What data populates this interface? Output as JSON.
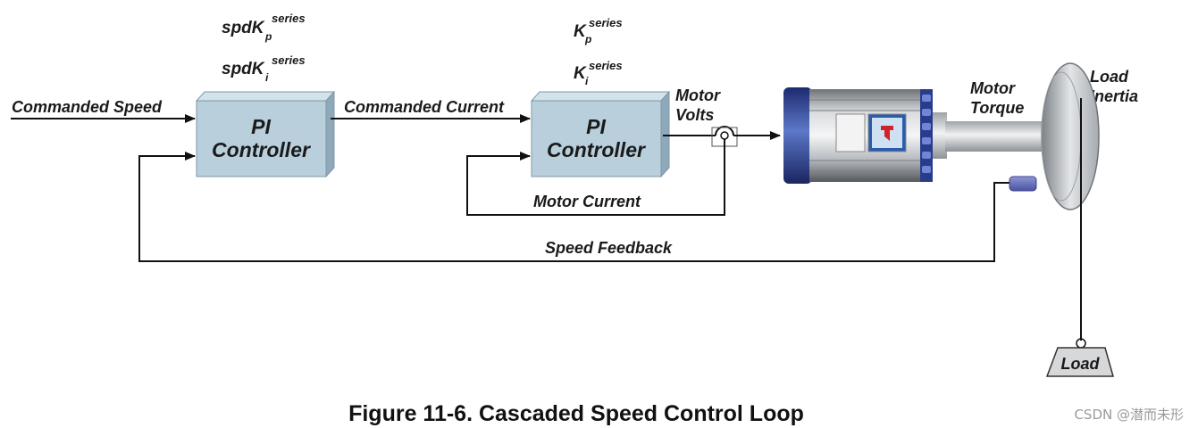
{
  "gains": {
    "speed_kp": {
      "base": "spdK",
      "sub": "p",
      "sup": "series"
    },
    "speed_ki": {
      "base": "spdK",
      "sub": "i",
      "sup": "series"
    },
    "current_kp": {
      "base": "K",
      "sub": "p",
      "sup": "series"
    },
    "current_ki": {
      "base": "K",
      "sub": "i",
      "sup": "series"
    }
  },
  "blocks": {
    "speed_controller": {
      "line1": "PI",
      "line2": "Controller"
    },
    "current_controller": {
      "line1": "PI",
      "line2": "Controller"
    }
  },
  "signals": {
    "commanded_speed": "Commanded Speed",
    "commanded_current": "Commanded Current",
    "motor_volts_1": "Motor",
    "motor_volts_2": "Volts",
    "motor_current": "Motor Current",
    "speed_feedback": "Speed Feedback",
    "motor_torque_1": "Motor",
    "motor_torque_2": "Torque",
    "load_inertia_1": "Load",
    "load_inertia_2": "Inertia",
    "load": "Load"
  },
  "caption": "Figure 11-6. Cascaded Speed Control Loop",
  "watermark": "CSDN @潜而未形",
  "colors": {
    "block_front": "#b9cfdc",
    "block_top": "#d3e3ec",
    "block_side": "#8ea9ba",
    "motor_blue": "#2e3f8f",
    "wire": "#111111"
  }
}
